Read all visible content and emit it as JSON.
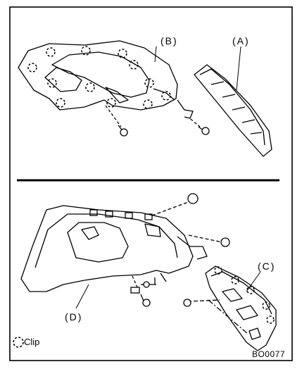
{
  "labels": {
    "a": "(A)",
    "b": "(B)",
    "c": "(C)",
    "d": "(D)"
  },
  "legend": {
    "icon": "dashed-circle-icon",
    "text": "Clip"
  },
  "figure_code": "BO0077"
}
